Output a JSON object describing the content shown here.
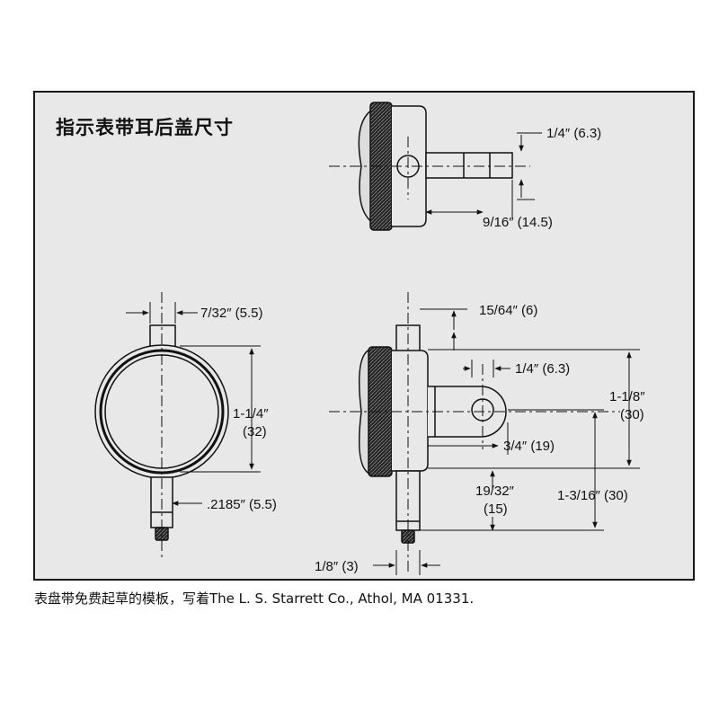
{
  "title": "指示表带耳后盖尺寸",
  "caption": "表盘带免费起草的模板，写着The L. S. Starrett Co., Athol, MA 01331.",
  "dimensions": {
    "top_lug_diameter": "1/4″ (6.3)",
    "top_lug_length": "9/16″ (14.5)",
    "stem_diameter": "7/32″ (5.5)",
    "body_diameter": "1-1/4″",
    "body_diameter_mm": "(32)",
    "spindle_diameter": ".2185″ (5.5)",
    "stem_offset": "15/64″ (6)",
    "lug_hole_diameter": "1/4″ (6.3)",
    "overall_height": "1-1/8″",
    "overall_height_mm": "(30)",
    "lug_length": "3/4″ (19)",
    "spindle_length": "19/32″",
    "spindle_length_mm": "(15)",
    "hole_to_contact": "1-3/16″ (30)",
    "contact_point": "1/8″ (3)"
  }
}
